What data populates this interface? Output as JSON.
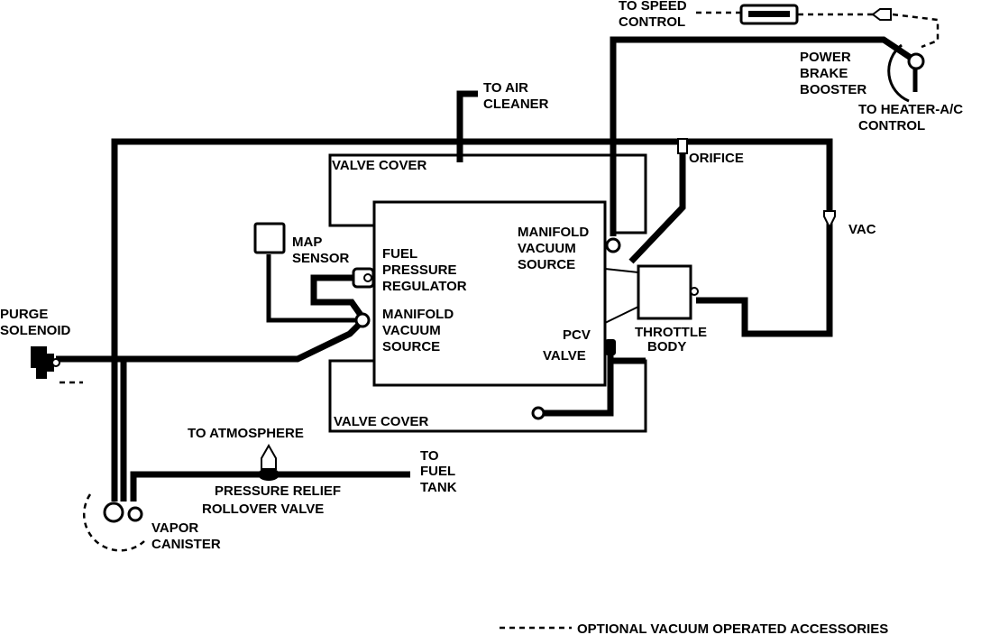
{
  "labels": {
    "to_speed_control": [
      "TO SPEED",
      "CONTROL"
    ],
    "power_brake_booster": [
      "POWER",
      "BRAKE",
      "BOOSTER"
    ],
    "to_heater_ac_control": [
      "TO HEATER-A/C",
      "CONTROL"
    ],
    "to_air_cleaner": [
      "TO AIR",
      "CLEANER"
    ],
    "valve_cover_top": "VALVE COVER",
    "orifice": "ORIFICE",
    "manifold_vacuum_source_right": [
      "MANIFOLD",
      "VACUUM",
      "SOURCE"
    ],
    "vac": "VAC",
    "map_sensor": [
      "MAP",
      "SENSOR"
    ],
    "fuel_pressure_regulator": [
      "FUEL",
      "PRESSURE",
      "REGULATOR"
    ],
    "manifold_vacuum_source_left": [
      "MANIFOLD",
      "VACUUM",
      "SOURCE"
    ],
    "purge_solenoid": [
      "PURGE",
      "SOLENOID"
    ],
    "throttle_body": [
      "THROTTLE",
      "BODY"
    ],
    "pcv_valve": [
      "PCV",
      "VALVE"
    ],
    "valve_cover_bottom": "VALVE COVER",
    "to_atmosphere": "TO ATMOSPHERE",
    "to_fuel_tank": [
      "TO",
      "FUEL",
      "TANK"
    ],
    "pressure_relief": "PRESSURE RELIEF",
    "rollover_valve": "ROLLOVER VALVE",
    "vapor_canister": [
      "VAPOR",
      "CANISTER"
    ],
    "legend": "OPTIONAL VACUUM OPERATED ACCESSORIES"
  }
}
